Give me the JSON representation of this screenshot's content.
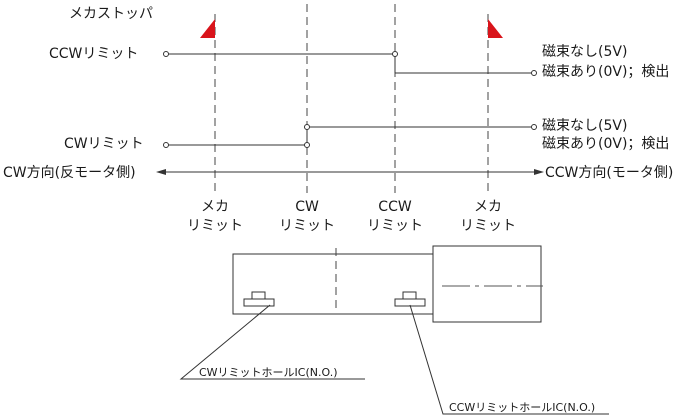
{
  "labels": {
    "mech_stopper": "メカストッパ",
    "ccw_limit": "CCWリミット",
    "cw_limit": "CWリミット",
    "magnet_none": "磁束なし(5V)",
    "magnet_on_detect": "磁束あり(0V)；検出",
    "cw_direction": "CW方向(反モータ側)",
    "ccw_direction": "CCW方向(モータ側)",
    "mecha": "メカ",
    "cw": "CW",
    "ccw": "CCW",
    "limit": "リミット",
    "cw_hall_ic": "CWリミットホールIC(N.O.)",
    "ccw_hall_ic": "CCWリミットホールIC(N.O.)"
  },
  "colors": {
    "stopper_red": "#d9141b",
    "line": "#333333"
  }
}
